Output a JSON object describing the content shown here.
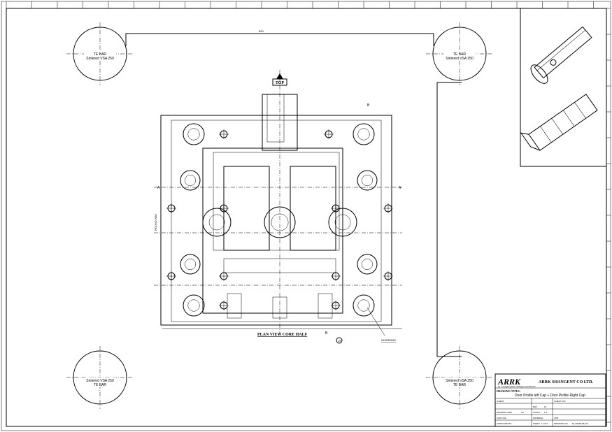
{
  "drawing": {
    "top_marker": "TOP",
    "view_label": "PLAN VIEW CORE HALF",
    "section_marks": [
      "A",
      "A",
      "B",
      "B"
    ],
    "callout_number": "29",
    "side_label": "ROUND WAY",
    "annotation": "GUIDEWAY"
  },
  "hatched_circles": [
    {
      "line1": "TE BAR",
      "line2": "Sintered VSA 250"
    },
    {
      "line1": "TE BAR",
      "line2": "Sintered VSA 250"
    },
    {
      "line1": "Sintered VSA 250",
      "line2": "TE BAR"
    },
    {
      "line1": "Sintered VSA 250",
      "line2": "TE BAR"
    }
  ],
  "title_block": {
    "logo": "ARRK",
    "company": "ARRK SHANGENT CO LTD.",
    "address": "No. 1 Dongdong Road, Shangent Industrial Park",
    "drawing_title_label": "DRAWING TITLE:",
    "drawing_title": "Door Profile left Cap + Door Profile Right Cap",
    "client_label": "CLIENT",
    "client_part_label": "CLIENT P/N",
    "drawing size_label": "DRAWING SIZE",
    "drawing_size_label": "DRAWING SIZE",
    "drawing_size": "A3",
    "scale_label": "SCALE",
    "scale": "1:1",
    "rev_label": "REV",
    "rev": "01",
    "material_label": "MATERIAL",
    "sheet_label": "SHEET",
    "sheet": "1 OF 6",
    "file_label": "CAD FILE",
    "drawing_no_label": "DRAWING NO.",
    "drawing_no": "EL-00430-MH-01",
    "approved_label": "APPROVED BY",
    "job_label": "JOB"
  }
}
